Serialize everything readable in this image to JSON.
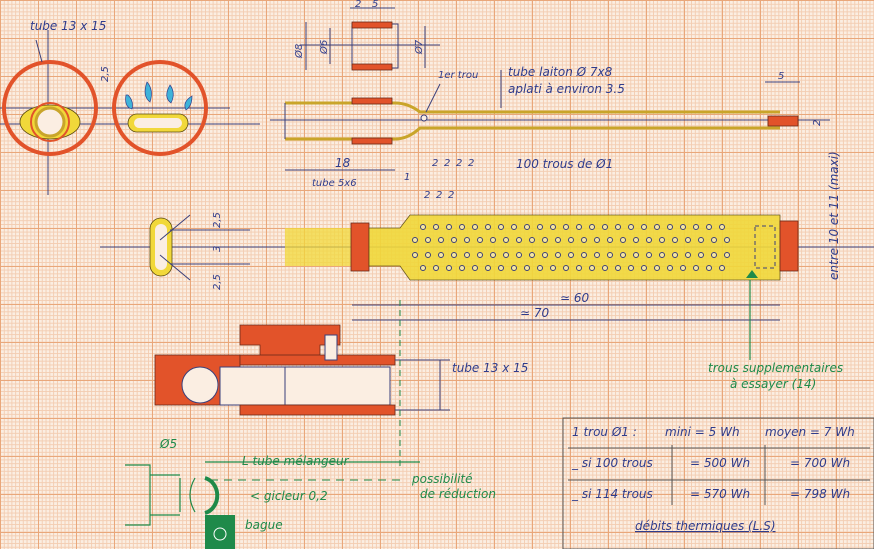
{
  "end_views": {
    "label": "tube 13 x 15",
    "dim": "2,5"
  },
  "sleeve_detail": {
    "dim_a": "2",
    "dim_b": "5",
    "d_outer": "Ø8",
    "d_inner": "Ø6",
    "d_bore": "Ø7"
  },
  "upper_tube": {
    "first_hole": "1er trou",
    "tube_label_1": "tube laiton Ø 7x8",
    "tube_label_2": "aplati à environ 3.5",
    "end_len": "5",
    "end_h": "2",
    "len": "18",
    "inner_tube": "tube 5x6"
  },
  "burner": {
    "dim_1": "1",
    "pitch_top": [
      "2",
      "2",
      "2",
      "2"
    ],
    "pitch_low": [
      "2",
      "2",
      "2"
    ],
    "holes_label": "100 trous de Ø1",
    "width_label": "entre 10 et 11 (maxi)",
    "section_dims": [
      "2,5",
      "3",
      "2,5"
    ],
    "len_60": "≃ 60",
    "len_70": "≃ 70",
    "extra_holes_1": "trous supplementaires",
    "extra_holes_2": "à essayer (14)"
  },
  "section": {
    "tube_label": "tube 13 x 15"
  },
  "injector": {
    "d5": "Ø5",
    "mixer": "L tube mélangeur",
    "reduction_1": "possibilité",
    "reduction_2": "de réduction",
    "jet": "< gicleur 0,2",
    "ring": "bague"
  },
  "table": {
    "header_left": "1 trou Ø1 :",
    "header_min": "mini = 5 Wh",
    "header_avg": "moyen = 7 Wh",
    "rows": [
      {
        "label": "_ si 100 trous",
        "min": "= 500 Wh",
        "avg": "= 700 Wh"
      },
      {
        "label": "_ si 114 trous",
        "min": "= 570 Wh",
        "avg": "= 798 Wh"
      }
    ],
    "caption": "débits thermiques (L.S)"
  },
  "colors": {
    "ink": "#2f3c8c",
    "orange": "#e2532a",
    "yellow": "#f1d83a",
    "green": "#1f8a4a",
    "flame": "#3fb3d9"
  }
}
